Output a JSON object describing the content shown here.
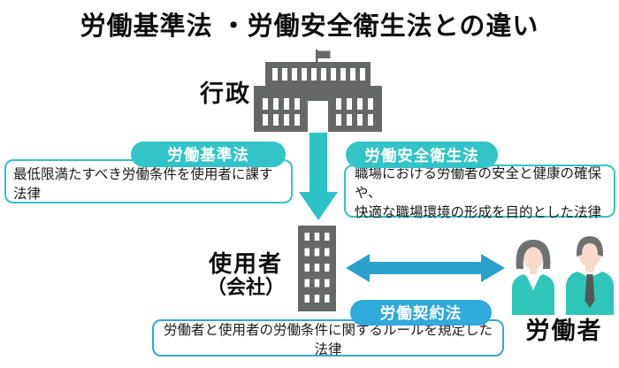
{
  "title": "労働基準法 ・労働安全衛生法との違い",
  "colors": {
    "teal": "#33c4c7",
    "blue_arrow": "#2aa1cd",
    "blue": "#30a9db",
    "building_gray": "#666868",
    "text": "#111111"
  },
  "administration": {
    "label": "行政"
  },
  "employer": {
    "label": "使用者",
    "label_sub": "（会社）"
  },
  "workers": {
    "label": "労働者"
  },
  "laws": {
    "kijun": {
      "tab": "労働基準法",
      "description": "最低限満たすべき労働条件を使用者に課す法律"
    },
    "anzen": {
      "tab": "労働安全衛生法",
      "description_line1": "職場における労働者の安全と健康の確保や、",
      "description_line2": "快適な職場環境の形成を目的とした法律"
    },
    "keiyaku": {
      "tab": "労働契約法",
      "description": "労働者と使用者の労働条件に関するルールを規定した法律"
    }
  }
}
